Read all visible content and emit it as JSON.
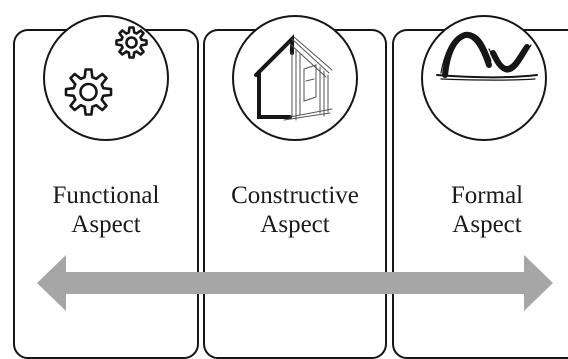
{
  "panels": [
    {
      "line1": "Functional",
      "line2": "Aspect",
      "icon": "gears-icon"
    },
    {
      "line1": "Constructive",
      "line2": "Aspect",
      "icon": "house-sketch-icon"
    },
    {
      "line1": "Formal",
      "line2": "Aspect",
      "icon": "curve-shape-icon"
    }
  ],
  "colors": {
    "border": "#161616",
    "arrow": "#a6a6a6",
    "text": "#1a1a1a"
  },
  "arrow": {
    "icon": "double-headed-arrow"
  }
}
